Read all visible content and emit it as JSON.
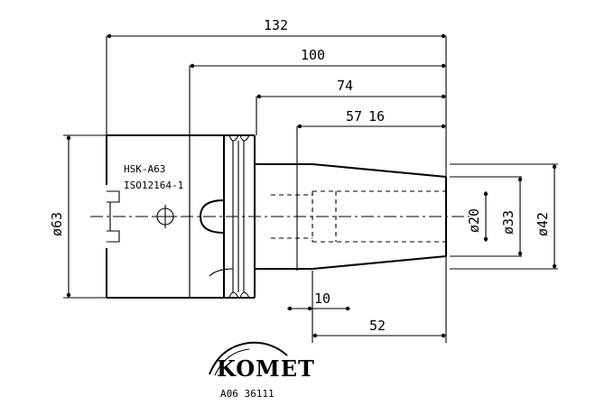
{
  "dimensions": {
    "overall_length": "132",
    "length_100": "100",
    "length_74": "74",
    "length_57": "57",
    "length_16": "16",
    "length_10": "10",
    "length_52": "52",
    "diameter_63": "ø63",
    "diameter_20": "ø20",
    "diameter_33": "ø33",
    "diameter_42": "ø42"
  },
  "notes": {
    "interface": "HSK-A63",
    "standard": "ISO12164-1"
  },
  "brand": {
    "name": "KOMET",
    "part_number": "A06 36111"
  }
}
